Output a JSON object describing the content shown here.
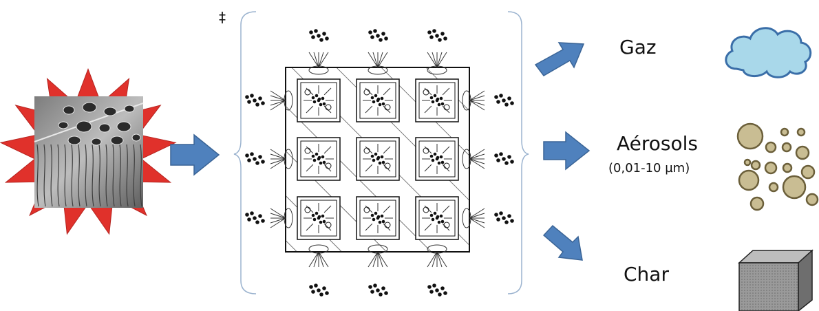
{
  "labels": {
    "dagger": "‡",
    "gas": "Gaz",
    "aerosols": "Aérosols",
    "aerosol_size_range": "(0,01-10 µm)",
    "char": "Char"
  },
  "icons": {
    "input_material": "wood-micrograph-burst-icon",
    "process": "pyrolysis-particle-grid-icon",
    "gas_product": "cloud-icon",
    "aerosol_product": "droplet-cluster-icon",
    "char_product": "cube-icon",
    "flow": "arrow-icon"
  },
  "colors": {
    "arrow": "#4f81bd",
    "arrow_stroke": "#3a6496",
    "burst": "#e0312b",
    "cloud_fill": "#a9d8ea",
    "cloud_stroke": "#3a6ea8",
    "aerosol_fill": "#c9bd93",
    "aerosol_stroke": "#6b5f3a",
    "cube": "#8a8a8a",
    "bracket": "#9bb3cf"
  }
}
